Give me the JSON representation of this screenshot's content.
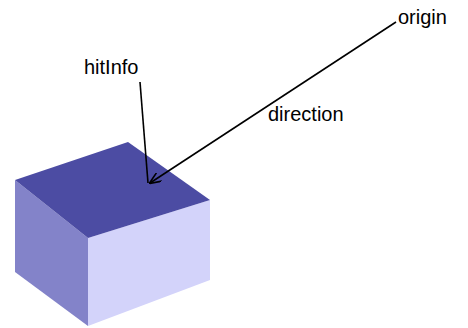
{
  "diagram": {
    "labels": [
      "origin",
      "hitInfo",
      "direction"
    ]
  }
}
